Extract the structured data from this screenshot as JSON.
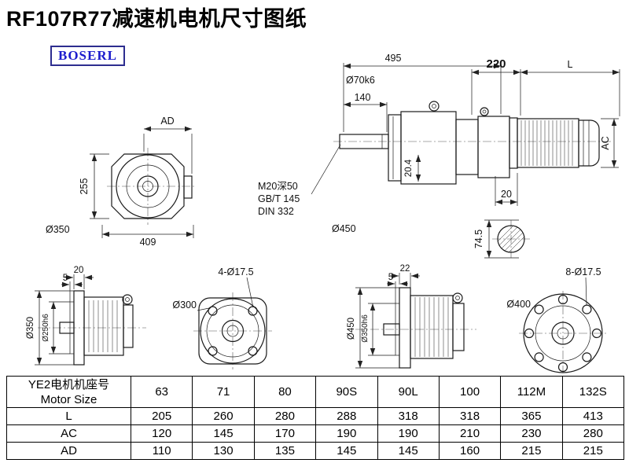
{
  "page": {
    "title": "RF107R77减速机电机尺寸图纸",
    "logo": "BOSERL"
  },
  "views": {
    "front_gearhead": {
      "ad": "AD",
      "height": "255",
      "width": "409",
      "dia": "Ø350"
    },
    "main_side": {
      "overall": "495",
      "shaft_len": "140",
      "shaft_dia": "Ø70k6",
      "motor_flange": "220",
      "motor_len": "L",
      "motor_height": "AC",
      "key_height": "20.4",
      "tap_note1": "M20深50",
      "tap_note2": "GB/T 145",
      "tap_note3": "DIN 332",
      "flange_dia": "Ø450",
      "key_width": "20",
      "shaft_section": "74.5"
    },
    "flange_b5_small": {
      "t1": "20",
      "t2": "5",
      "od": "Ø350",
      "pilot": "Ø250h6"
    },
    "front_b5_small": {
      "holes": "4-Ø17.5",
      "dia": "Ø300"
    },
    "flange_b5_large": {
      "t1": "22",
      "t2": "5",
      "od": "Ø450",
      "pilot": "Ø350h6"
    },
    "front_b5_large": {
      "holes": "8-Ø17.5",
      "dia": "Ø400"
    }
  },
  "table": {
    "header_cn": "YE2电机机座号",
    "header_en": "Motor Size",
    "sizes": [
      "63",
      "71",
      "80",
      "90S",
      "90L",
      "100",
      "112M",
      "132S"
    ],
    "rows": [
      {
        "label": "L",
        "values": [
          "205",
          "260",
          "280",
          "288",
          "318",
          "318",
          "365",
          "413"
        ]
      },
      {
        "label": "AC",
        "values": [
          "120",
          "145",
          "170",
          "190",
          "190",
          "210",
          "230",
          "280"
        ]
      },
      {
        "label": "AD",
        "values": [
          "110",
          "130",
          "135",
          "145",
          "145",
          "160",
          "215",
          "215"
        ]
      }
    ]
  }
}
